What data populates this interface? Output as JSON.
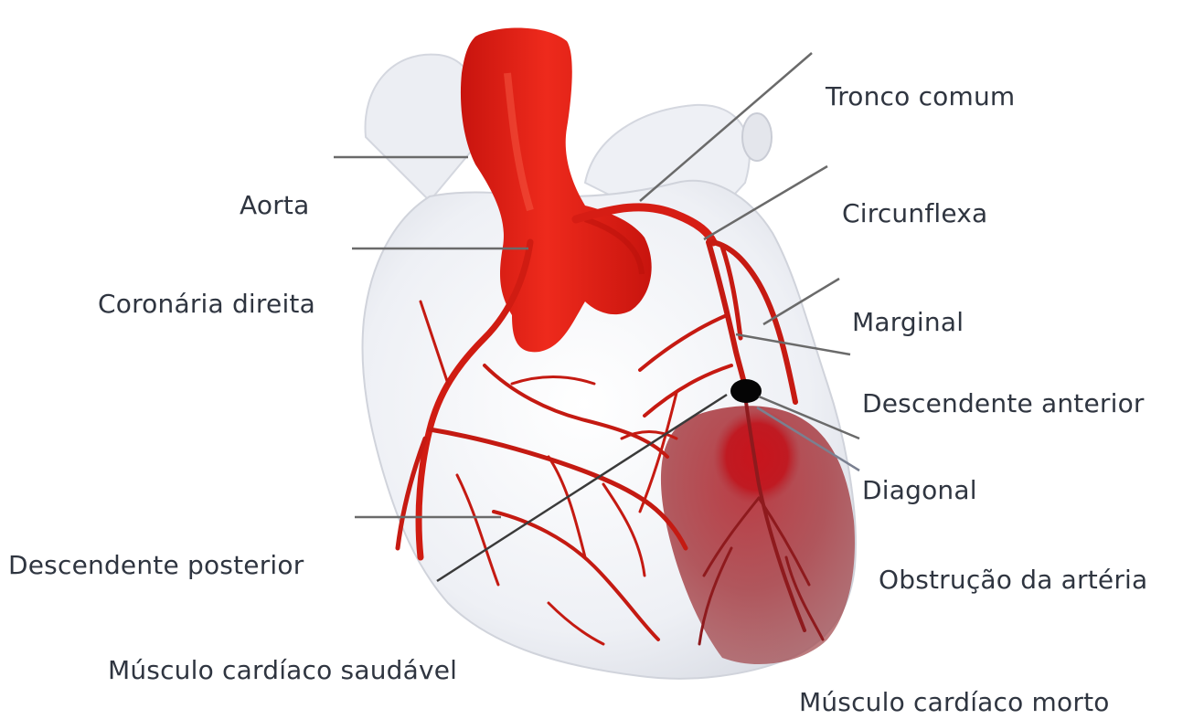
{
  "labels": {
    "aorta": "Aorta",
    "coronaria_direita": "Coronária direita",
    "descendente_posterior": "Descendente posterior",
    "musculo_saudavel": "Músculo cardíaco saudável",
    "tronco_comum": "Tronco comum",
    "circunflexa": "Circunflexa",
    "marginal": "Marginal",
    "descendente_anterior": "Descendente anterior",
    "diagonal": "Diagonal",
    "obstrucao": "Obstrução da artéria",
    "musculo_morto": "Músculo cardíaco morto"
  },
  "colors": {
    "artery_red": "#e01e14",
    "vessel_dark_red": "#b81812",
    "infarct": "#a8383c",
    "infarct_core": "#c4161c",
    "heart_white": "#f1f2f6",
    "leader_line": "#6a6a6a",
    "text": "#2f3540"
  },
  "icons": {
    "obstruction_marker": "black-dot"
  }
}
